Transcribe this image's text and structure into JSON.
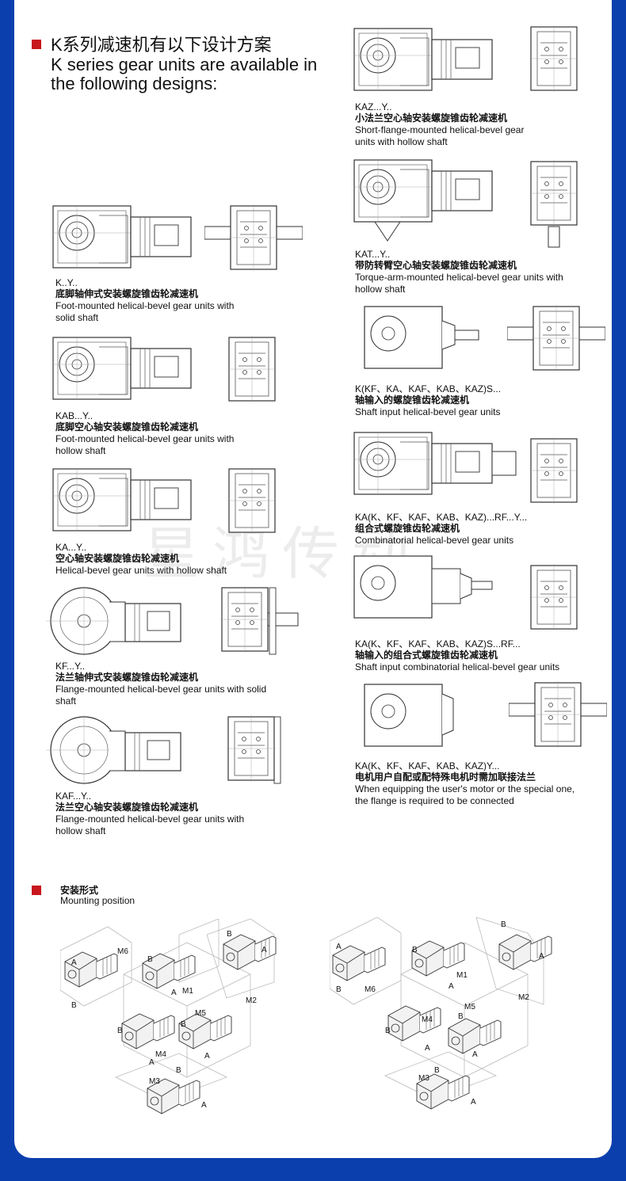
{
  "header": {
    "title_cn": "K系列减速机有以下设计方案",
    "title_en": "K series gear units are available in the following designs:"
  },
  "watermark": "星鸿传动",
  "left_designs": [
    {
      "code": "K..Y..",
      "cn": "底脚轴伸式安装螺旋锥齿轮减速机",
      "en": "Foot-mounted helical-bevel gear units with solid shaft"
    },
    {
      "code": "KAB...Y..",
      "cn": "底脚空心轴安装螺旋锥齿轮减速机",
      "en": "Foot-mounted helical-bevel gear units with hollow shaft"
    },
    {
      "code": "KA...Y..",
      "cn": "空心轴安装螺旋锥齿轮减速机",
      "en": "Helical-bevel gear units with hollow shaft"
    },
    {
      "code": "KF...Y..",
      "cn": "法兰轴伸式安装螺旋锥齿轮减速机",
      "en": "Flange-mounted helical-bevel gear units with solid shaft"
    },
    {
      "code": "KAF...Y..",
      "cn": "法兰空心轴安装螺旋锥齿轮减速机",
      "en": "Flange-mounted helical-bevel gear units with hollow shaft"
    }
  ],
  "right_designs": [
    {
      "code": "KAZ...Y..",
      "cn": "小法兰空心轴安装螺旋锥齿轮减速机",
      "en": "Short-flange-mounted helical-bevel gear units with hollow shaft"
    },
    {
      "code": "KAT...Y..",
      "cn": "带防转臂空心轴安装螺旋锥齿轮减速机",
      "en": "Torque-arm-mounted helical-bevel gear units with hollow shaft"
    },
    {
      "code": "K(KF、KA、KAF、KAB、KAZ)S...",
      "cn": "轴输入的螺旋锥齿轮减速机",
      "en": "Shaft input helical-bevel gear units"
    },
    {
      "code": "KA(K、KF、KAF、KAB、KAZ)...RF...Y...",
      "cn": "组合式螺旋锥齿轮减速机",
      "en": "Combinatorial helical-bevel gear units"
    },
    {
      "code": "KA(K、KF、KAF、KAB、KAZ)S...RF...",
      "cn": "轴输入的组合式螺旋锥齿轮减速机",
      "en": "Shaft input combinatorial helical-bevel gear units"
    },
    {
      "code": "KA(K、KF、KAF、KAB、KAZ)Y...",
      "cn": "电机用户自配或配特殊电机时需加联接法兰",
      "en": "When equipping the user's motor or the special one, the flange is required to be connected"
    }
  ],
  "mounting": {
    "title_cn": "安装形式",
    "title_en": "Mounting position",
    "positions": [
      "M1",
      "M2",
      "M3",
      "M4",
      "M5",
      "M6"
    ],
    "side_a": "A",
    "side_b": "B"
  },
  "colors": {
    "accent": "#c8161d",
    "frame": "#0b3fae",
    "line": "#333333"
  }
}
